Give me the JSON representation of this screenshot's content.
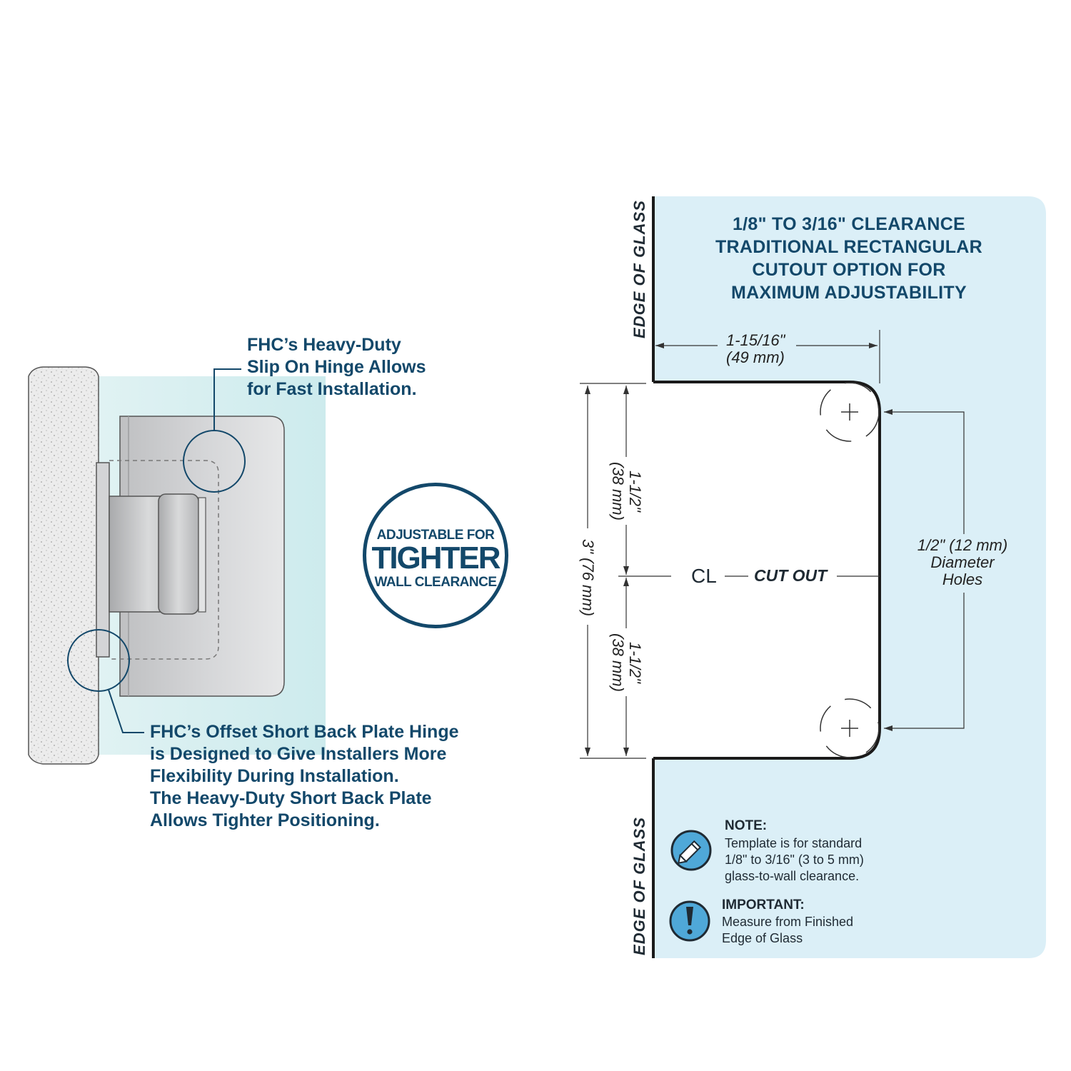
{
  "colors": {
    "brand_navy": "#13486a",
    "panel_blue": "#dbeff7",
    "glass_tint": "#e3f3f4",
    "metal": "#c9cacc",
    "stone": "#e9e9e9"
  },
  "left": {
    "callout_top": [
      "FHC’s Heavy-Duty",
      "Slip On Hinge Allows",
      "for Fast Installation."
    ],
    "callout_bottom": [
      "FHC’s Offset Short Back Plate Hinge",
      "is Designed to Give Installers More",
      "Flexibility During Installation.",
      "The Heavy-Duty Short Back Plate",
      "Allows Tighter Positioning."
    ]
  },
  "badge": {
    "line1": "ADJUSTABLE FOR",
    "line2": "TIGHTER",
    "line3": "WALL CLEARANCE"
  },
  "template": {
    "heading": [
      "1/8\" TO 3/16\" CLEARANCE",
      "TRADITIONAL RECTANGULAR",
      "CUTOUT OPTION FOR",
      "MAXIMUM ADJUSTABILITY"
    ],
    "edge_top": "EDGE OF GLASS",
    "edge_bottom": "EDGE OF GLASS",
    "width_dim": [
      "1-15/16\"",
      "(49 mm)"
    ],
    "half_dim_top": [
      "1-1/2\"",
      "(38 mm)"
    ],
    "half_dim_bottom": [
      "1-1/2\"",
      "(38 mm)"
    ],
    "total_dim": "3\" (76 mm)",
    "centerline": "CL",
    "cut_out": "CUT OUT",
    "holes": [
      "1/2\" (12 mm)",
      "Diameter",
      "Holes"
    ],
    "note_title": "NOTE:",
    "note_lines": [
      "Template is for standard",
      "1/8\" to 3/16\" (3 to 5 mm)",
      "glass-to-wall clearance."
    ],
    "important_title": "IMPORTANT:",
    "important_lines": [
      "Measure from Finished",
      "Edge of Glass"
    ],
    "icons": [
      "pencil-icon",
      "exclamation-icon"
    ]
  }
}
